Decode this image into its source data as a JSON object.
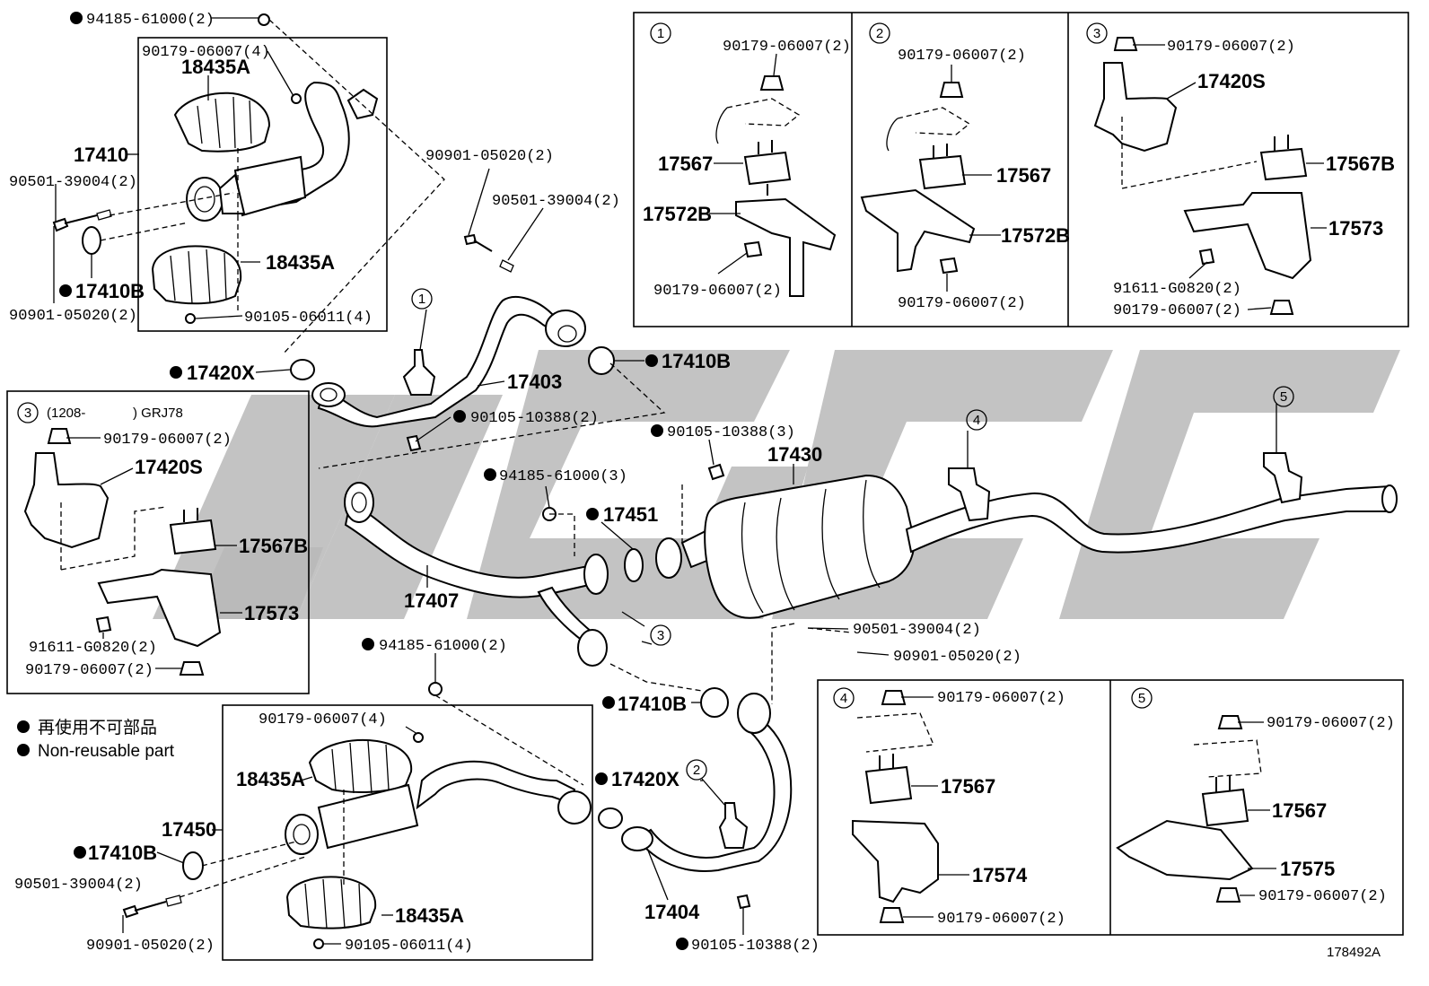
{
  "diagram_id": "178492A",
  "legend": {
    "jp": "再使用不可部品",
    "en": "Non-reusable part"
  },
  "labels": {
    "l94185_2_top": "94185-61000(2)",
    "l90179_4_top": "90179-06007(4)",
    "l18435A_1": "18435A",
    "l17410": "17410",
    "l90501_2_left": "90501-39004(2)",
    "l17410B_1": "17410B",
    "l90901_2_left": "90901-05020(2)",
    "l18435A_2": "18435A",
    "l90105_06011_1": "90105-06011(4)",
    "l90901_mid": "90901-05020(2)",
    "l90501_mid": "90501-39004(2)",
    "l17420X_1": "17420X",
    "l17403": "17403",
    "l17410B_2": "17410B",
    "l90105_10388_2a": "90105-10388(2)",
    "l90105_10388_3": "90105-10388(3)",
    "l17430": "17430",
    "l94185_3": "94185-61000(3)",
    "l17451": "17451",
    "l17407": "17407",
    "l90501_right": "90501-39004(2)",
    "l90901_right": "90901-05020(2)",
    "l94185_2_mid": "94185-61000(2)",
    "l17410B_3": "17410B",
    "l17420X_2": "17420X",
    "l17404": "17404",
    "l90105_10388_2b": "90105-10388(2)",
    "l90179_4_bot": "90179-06007(4)",
    "l18435A_3": "18435A",
    "l17450": "17450",
    "l17410B_4": "17410B",
    "l90501_bot": "90501-39004(2)",
    "l90901_bot": "90901-05020(2)",
    "l18435A_4": "18435A",
    "l90105_06011_2": "90105-06011(4)"
  },
  "callouts": [
    "1",
    "2",
    "3",
    "4",
    "5"
  ],
  "box1": {
    "num": "1",
    "nut_top": "90179-06007(2)",
    "insulator": "17567",
    "bracket": "17572B",
    "nut_bot": "90179-06007(2)"
  },
  "box2": {
    "num": "2",
    "nut_top": "90179-06007(2)",
    "insulator": "17567",
    "bracket": "17572B",
    "nut_bot": "90179-06007(2)"
  },
  "box3": {
    "num": "3",
    "nut_top": "90179-06007(2)",
    "stay": "17420S",
    "insulator": "17567B",
    "bracket": "17573",
    "bolt": "91611-G0820(2)",
    "nut_bot": "90179-06007(2)"
  },
  "box3b": {
    "num": "3",
    "range": "(1208-",
    "model": ") GRJ78",
    "nut_top": "90179-06007(2)",
    "stay": "17420S",
    "insulator": "17567B",
    "bracket": "17573",
    "bolt": "91611-G0820(2)",
    "nut_bot": "90179-06007(2)"
  },
  "box4": {
    "num": "4",
    "nut_top": "90179-06007(2)",
    "insulator": "17567",
    "bracket": "17574",
    "nut_bot": "90179-06007(2)"
  },
  "box5": {
    "num": "5",
    "nut_top": "90179-06007(2)",
    "insulator": "17567",
    "bracket": "17575",
    "nut_bot": "90179-06007(2)"
  },
  "colors": {
    "line": "#000000",
    "watermark": "#b9b9b9",
    "background": "#ffffff"
  }
}
